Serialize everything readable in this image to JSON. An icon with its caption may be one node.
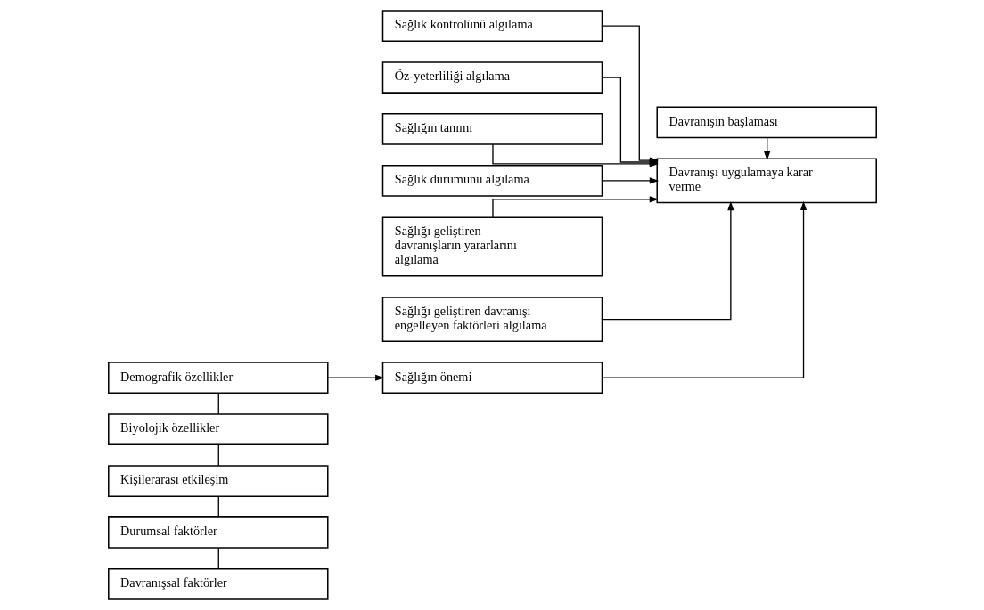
{
  "diagram": {
    "nodes": [
      {
        "text": [
          "Sağlığın önemi"
        ]
      },
      {
        "text": [
          "Sağlık kontrolünü algılama"
        ]
      },
      {
        "text": [
          "Öz-yeterliliği algılama"
        ]
      },
      {
        "text": [
          "Sağlığın tanımı"
        ]
      },
      {
        "text": [
          "Sağlık durumunu algılama"
        ]
      },
      {
        "text": [
          "Sağlığı geliştiren davranışların yararlarını algılama"
        ]
      },
      {
        "text": [
          "Sağlığı geliştiren davranışı engelleyen faktörleri algılama"
        ]
      },
      {
        "text": [
          "Demografik özellikler"
        ]
      },
      {
        "text": [
          "Biyolojik özellikler"
        ]
      },
      {
        "text": [
          "Kişilerarası etkileşim"
        ]
      },
      {
        "text": [
          "Durumsal faktörler"
        ]
      },
      {
        "text": [
          "Davranışsal faktörler"
        ]
      },
      {
        "text": [
          "Davranışı uygulamaya karar verme"
        ]
      },
      {
        "text": [
          "Davranışın başlaması"
        ]
      }
    ],
    "edges": [
      {
        "from": 7,
        "to": 0,
        "arrow": "to"
      },
      {
        "from": 0,
        "to": 12,
        "arrow": "to"
      },
      {
        "from": 1,
        "to": 12,
        "arrow": "to"
      },
      {
        "from": 2,
        "to": 12,
        "arrow": "to"
      },
      {
        "from": 3,
        "to": 12,
        "arrow": "to"
      },
      {
        "from": 4,
        "to": 12,
        "arrow": "to"
      },
      {
        "from": 5,
        "to": 12,
        "arrow": "to"
      },
      {
        "from": 6,
        "to": 12,
        "arrow": "to"
      },
      {
        "from": 7,
        "to": 8,
        "arrow": "none"
      },
      {
        "from": 8,
        "to": 9,
        "arrow": "none"
      },
      {
        "from": 9,
        "to": 10,
        "arrow": "none"
      },
      {
        "from": 10,
        "to": 11,
        "arrow": "none"
      },
      {
        "from": 13,
        "to": 12,
        "arrow": "to"
      }
    ]
  }
}
